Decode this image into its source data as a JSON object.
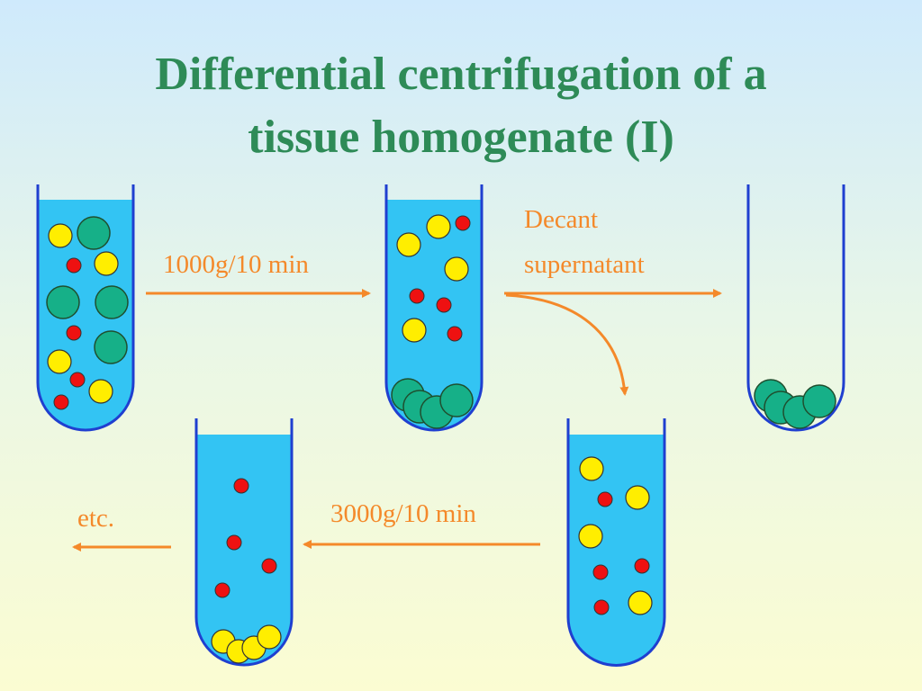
{
  "title": {
    "line1": "Differential centrifugation of a",
    "line2": "tissue homogenate (I)"
  },
  "labels": {
    "step1": "1000g/10 min",
    "decant_line1": "Decant",
    "decant_line2": "supernatant",
    "step2": "3000g/10 min",
    "etc": "etc."
  },
  "colors": {
    "title": "#2e8b57",
    "arrow": "#f4892a",
    "liquid": "#33c4f3",
    "tube_outline": "#1f3fd0",
    "large_particle": "#16b088",
    "medium_particle": "#ffee00",
    "small_particle": "#ee1111"
  },
  "legend_particles": [
    "large-green",
    "medium-yellow",
    "small-red"
  ]
}
